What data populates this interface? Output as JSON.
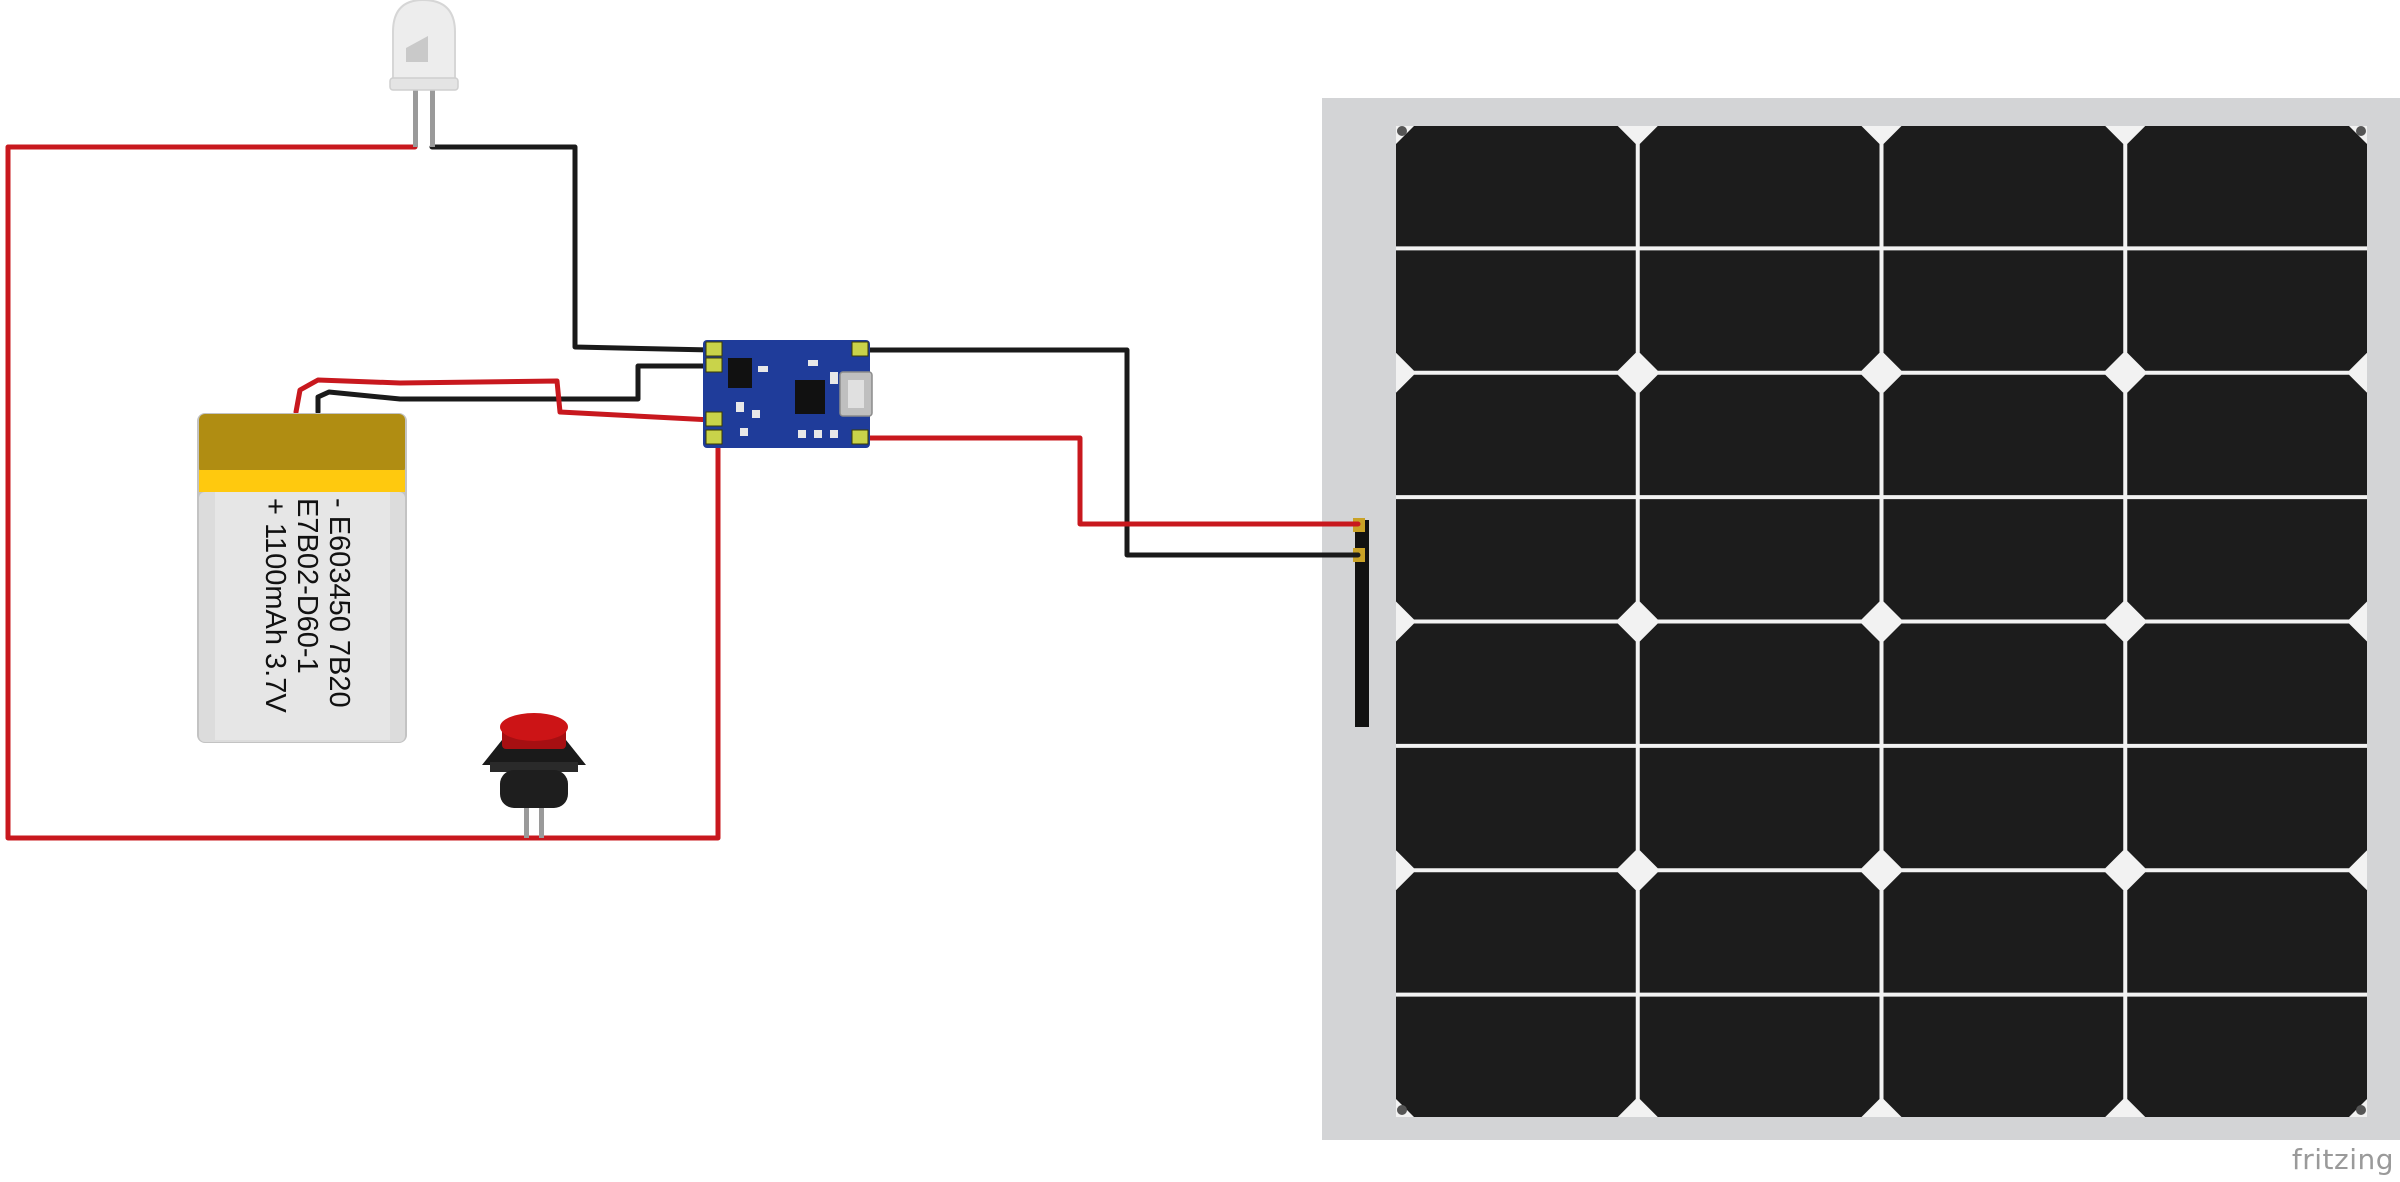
{
  "battery": {
    "line1": "- E603450 7B20",
    "line2": "E7B02-D60-1",
    "line3": "+ 1100mAh 3.7V"
  },
  "watermark": "fritzing",
  "colors": {
    "wire_red": "#c8181e",
    "wire_black": "#1a1a1a",
    "solar_frame": "#d3d4d6",
    "solar_cell": "#1c1c1c",
    "module_board": "#1f3c9a",
    "battery_gold": "#b08d12",
    "battery_band": "#ffc90e",
    "button_cap": "#cc1416"
  },
  "components": [
    "led",
    "battery",
    "charger-module",
    "push-button",
    "solar-panel"
  ]
}
